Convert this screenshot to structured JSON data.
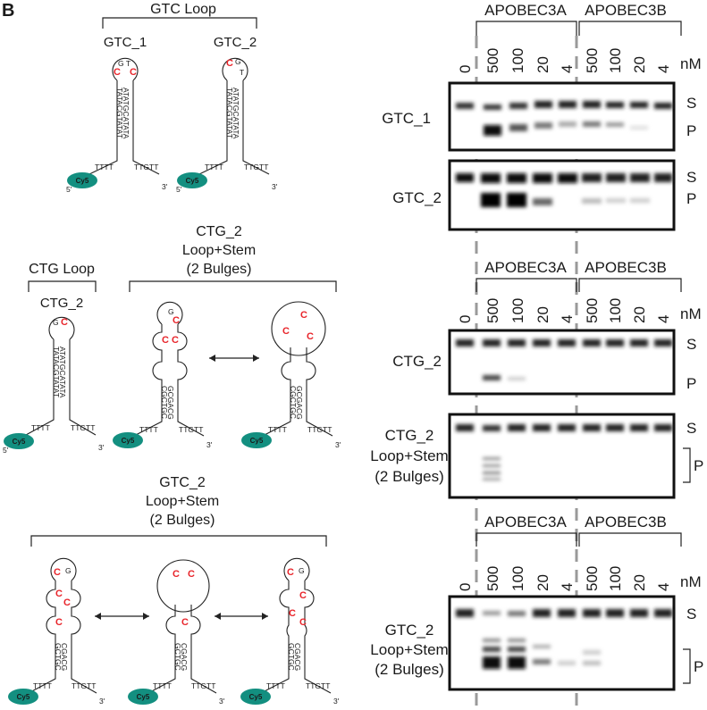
{
  "panel_letter": "B",
  "left": {
    "gtc_loop": {
      "group_label": "GTC Loop",
      "name_1": "GTC_1",
      "name_2": "GTC_2"
    },
    "ctg_loop": {
      "group_label": "CTG Loop",
      "name": "CTG_2"
    },
    "ctg_loop_stem": {
      "line1": "CTG_2",
      "line2": "Loop+Stem",
      "line3": "(2 Bulges)"
    },
    "gtc_loop_stem": {
      "line1": "GTC_2",
      "line2": "Loop+Stem",
      "line3": "(2 Bulges)"
    },
    "dye_label": "Cy5",
    "five_prime": "5'",
    "three_prime": "3'"
  },
  "gels": {
    "enzyme_a": "APOBEC3A",
    "enzyme_b": "APOBEC3B",
    "lanes": [
      "0",
      "500",
      "100",
      "20",
      "4",
      "500",
      "100",
      "20",
      "4"
    ],
    "unit": "nM",
    "substrate_label": "S",
    "product_label": "P",
    "set1": {
      "row1": "GTC_1",
      "row2": "GTC_2"
    },
    "set2": {
      "row1": "CTG_2",
      "row2_line1": "CTG_2",
      "row2_line2": "Loop+Stem",
      "row2_line3": "(2 Bulges)"
    },
    "set3": {
      "row1_line1": "GTC_2",
      "row1_line2": "Loop+Stem",
      "row1_line3": "(2 Bulges)"
    }
  }
}
